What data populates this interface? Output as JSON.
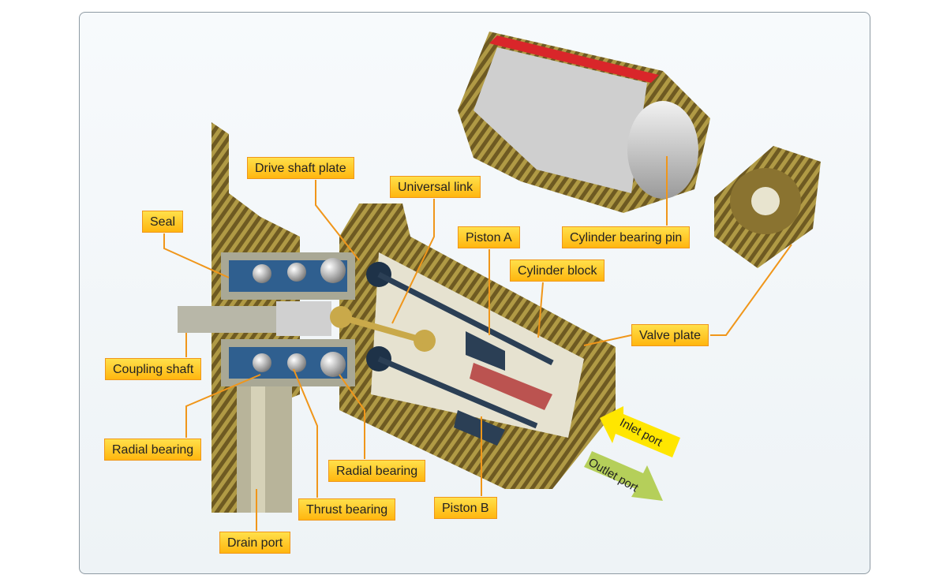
{
  "labels": {
    "drive_shaft_plate": "Drive shaft plate",
    "universal_link": "Universal link",
    "seal": "Seal",
    "piston_a": "Piston A",
    "cylinder_bearing_pin": "Cylinder bearing pin",
    "cylinder_block": "Cylinder block",
    "valve_plate": "Valve plate",
    "coupling_shaft": "Coupling shaft",
    "radial_bearing_left": "Radial bearing",
    "radial_bearing_right": "Radial bearing",
    "thrust_bearing": "Thrust bearing",
    "piston_b": "Piston B",
    "drain_port": "Drain port",
    "inlet_port": "Inlet port",
    "outlet_port": "Outlet port"
  },
  "colors": {
    "label_fill": "#ffc61e",
    "label_border": "#f0961a",
    "leader": "#f0961a",
    "housing": "#8a7330",
    "inlet_arrow": "#ffe600",
    "outlet_arrow": "#b5cf5a"
  }
}
